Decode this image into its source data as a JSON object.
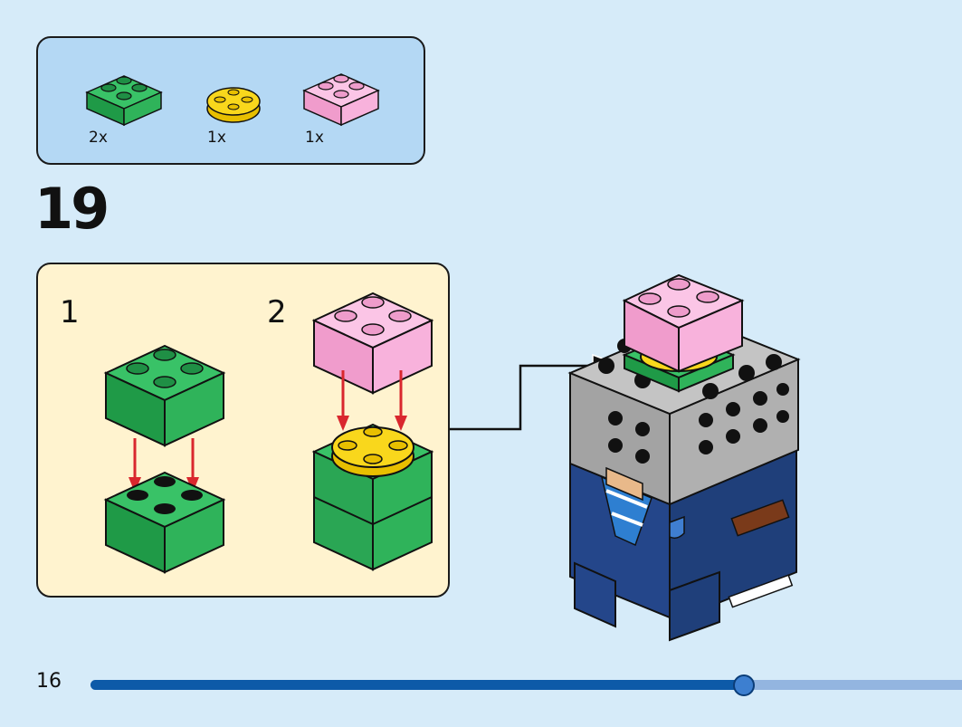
{
  "parts_list": {
    "items": [
      {
        "color": "#2fb35a",
        "icon": "green-brick-2x2",
        "quantity": "2x"
      },
      {
        "color": "#f9d71c",
        "icon": "yellow-round-plate-2x2",
        "quantity": "1x"
      },
      {
        "color": "#f8b2dc",
        "icon": "pink-brick-2x2",
        "quantity": "1x"
      }
    ]
  },
  "step": {
    "number": "19"
  },
  "substeps": [
    {
      "number": "1"
    },
    {
      "number": "2"
    }
  ],
  "footer": {
    "page_number": "16",
    "progress": 0.75
  },
  "colors": {
    "background": "#d6ebf9",
    "parts_box": "#b4d8f4",
    "substep_box": "#fff3cf",
    "arrow": "#d9272e",
    "green": "#2fb35a",
    "yellow": "#f9d71c",
    "pink": "#f8b2dc",
    "gray": "#a3a3a3",
    "navy": "#1f3f7a",
    "progress_fill": "#0d5aa8",
    "progress_track": "#93b5e0"
  }
}
